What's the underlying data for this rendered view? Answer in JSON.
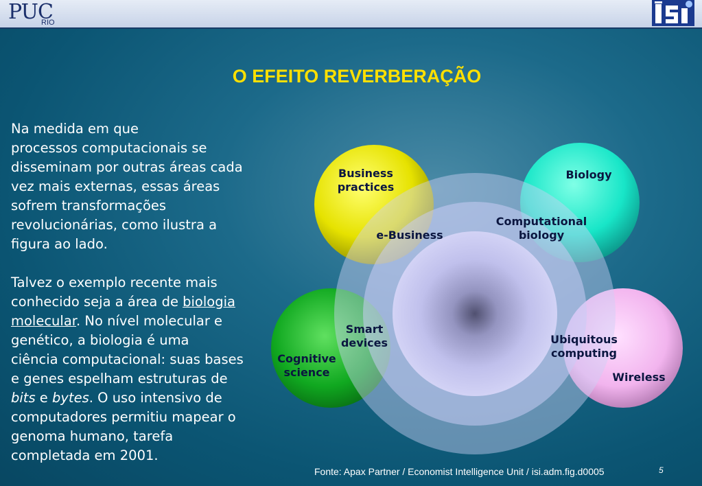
{
  "header": {
    "logo_left": "PUC",
    "logo_left_sub": "RIO",
    "logo_right": "ISI"
  },
  "slide": {
    "title": "O EFEITO REVERBERAÇÃO",
    "paragraph1": {
      "lines": [
        "Na medida em que",
        "processos computacionais se",
        "disseminam por outras áreas cada",
        "vez mais externas, essas áreas",
        "sofrem transformações",
        "revolucionárias, como ilustra a",
        "figura ao lado."
      ]
    },
    "paragraph2": {
      "line1": "Talvez o exemplo recente mais",
      "line2_pre": "conhecido seja a área de ",
      "link_part1": "biologia",
      "link_part2": "molecular",
      "line3_post": ". No nível molecular e",
      "line4": "genético, a biologia é uma",
      "line5": "ciência computacional: suas bases",
      "line6": "e genes espelham estruturas de",
      "bits": "bits",
      "and": " e ",
      "bytes": "bytes",
      "line7_post": ". O uso intensivo de",
      "line8": "computadores permitiu mapear o",
      "line9": "genoma humano, tarefa",
      "line10": "completada em 2001."
    },
    "footer": "Fonte: Apax Partner / Economist Intelligence Unit / isi.adm.fig.d0005",
    "page_number": "5"
  },
  "diagram": {
    "business_1": "Business",
    "business_2": "practices",
    "biology": "Biology",
    "ebusiness": "e-Business",
    "compbio_1": "Computational",
    "compbio_2": "biology",
    "smart_1": "Smart",
    "smart_2": "devices",
    "cognitive_1": "Cognitive",
    "cognitive_2": "science",
    "ubiquitous_1": "Ubiquitous",
    "ubiquitous_2": "computing",
    "wireless": "Wireless",
    "colors": {
      "yellow": "#e6e200",
      "cyan": "#18e6c8",
      "green": "#10a820",
      "pink": "#f2b4ee",
      "core": "#c8c8f0"
    }
  }
}
